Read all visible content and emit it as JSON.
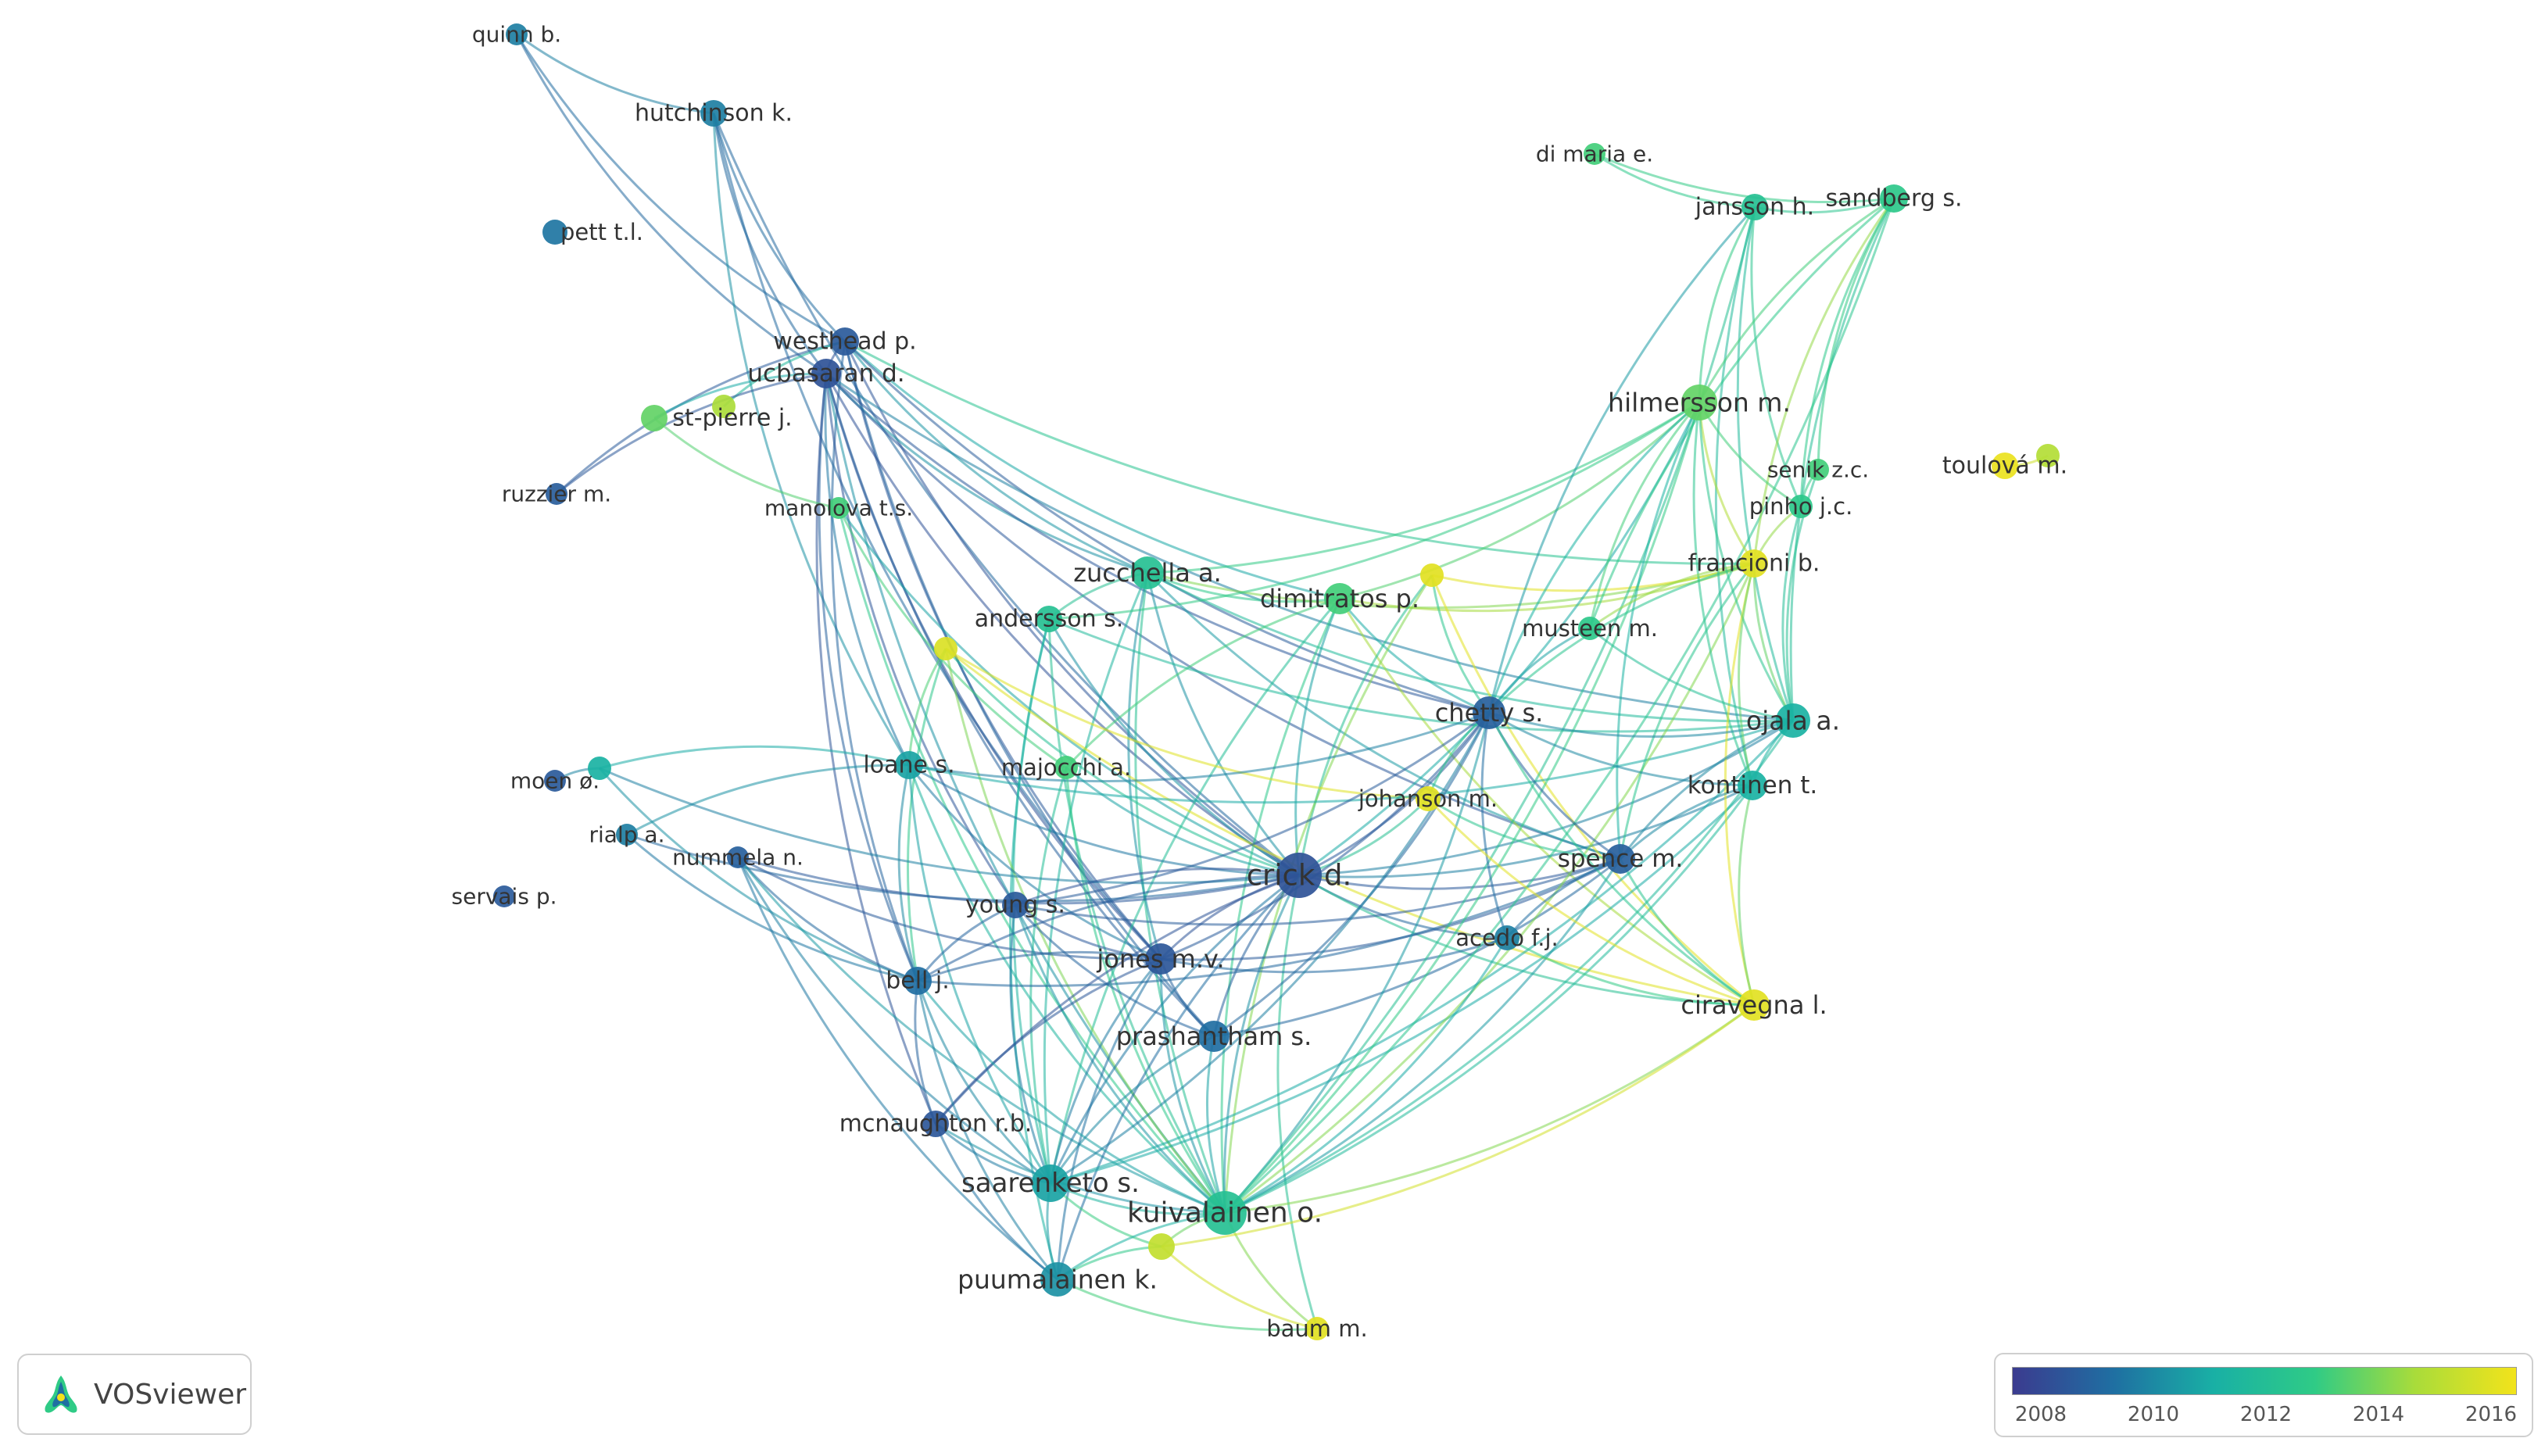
{
  "app": "VOSviewer",
  "logo": {
    "label": "VOSviewer",
    "icon": "vosviewer-logo-icon"
  },
  "legend": {
    "ticks": [
      "2008",
      "2010",
      "2012",
      "2014",
      "2016"
    ],
    "min": 2007.2,
    "max": 2016.4,
    "colors": [
      "#3b3b8f",
      "#1f6fa2",
      "#19b0a5",
      "#2fcb86",
      "#a9dc3a",
      "#f2e31b"
    ]
  },
  "nodes": [
    {
      "id": "quinn",
      "label": "quinn b.",
      "year": 2009.5,
      "weight": 1
    },
    {
      "id": "hutchinson",
      "label": "hutchinson k.",
      "year": 2009.5,
      "weight": 1.3
    },
    {
      "id": "pett",
      "label": "pett t.l.",
      "year": 2009.2,
      "weight": 1.2
    },
    {
      "id": "westhead",
      "label": "westhead p.",
      "year": 2008.3,
      "weight": 1.4
    },
    {
      "id": "ucbasaran",
      "label": "ucbasaran d.",
      "year": 2008.0,
      "weight": 1.5
    },
    {
      "id": "stpierre",
      "label": "st-pierre j.",
      "year": 2013.5,
      "weight": 1.3
    },
    {
      "id": "stpierre2",
      "label": "",
      "year": 2014.6,
      "weight": 1.1
    },
    {
      "id": "ruzzier",
      "label": "ruzzier m.",
      "year": 2008.4,
      "weight": 1
    },
    {
      "id": "manolova",
      "label": "manolova t.s.",
      "year": 2013.0,
      "weight": 1
    },
    {
      "id": "zucchella",
      "label": "zucchella a.",
      "year": 2012.0,
      "weight": 1.7
    },
    {
      "id": "dimitratos",
      "label": "dimitratos p.",
      "year": 2013.0,
      "weight": 1.6
    },
    {
      "id": "yellow1",
      "label": "",
      "year": 2016.0,
      "weight": 1.1
    },
    {
      "id": "andersson",
      "label": "andersson s.",
      "year": 2012.0,
      "weight": 1.3
    },
    {
      "id": "lime1",
      "label": "",
      "year": 2015.8,
      "weight": 1.1
    },
    {
      "id": "loane",
      "label": "loane s.",
      "year": 2010.5,
      "weight": 1.4
    },
    {
      "id": "majocchi",
      "label": "majocchi a.",
      "year": 2013.0,
      "weight": 1.1
    },
    {
      "id": "moen",
      "label": "moen ø.",
      "year": 2008.3,
      "weight": 1
    },
    {
      "id": "moen2",
      "label": "",
      "year": 2011.0,
      "weight": 1.1
    },
    {
      "id": "rialp",
      "label": "rialp a.",
      "year": 2009.5,
      "weight": 1
    },
    {
      "id": "nummela",
      "label": "nummela n.",
      "year": 2008.5,
      "weight": 1
    },
    {
      "id": "servais",
      "label": "servais p.",
      "year": 2008.3,
      "weight": 1
    },
    {
      "id": "crick",
      "label": "crick d.",
      "year": 2008.0,
      "weight": 2.5
    },
    {
      "id": "young",
      "label": "young s.",
      "year": 2008.3,
      "weight": 1.3
    },
    {
      "id": "jones",
      "label": "jones m.v.",
      "year": 2008.2,
      "weight": 1.6
    },
    {
      "id": "bell",
      "label": "bell j.",
      "year": 2009.0,
      "weight": 1.4
    },
    {
      "id": "prashantham",
      "label": "prashantham s.",
      "year": 2009.0,
      "weight": 1.6
    },
    {
      "id": "mcnaughton",
      "label": "mcnaughton r.b.",
      "year": 2008.2,
      "weight": 1.3
    },
    {
      "id": "saarenketo",
      "label": "saarenketo s.",
      "year": 2010.5,
      "weight": 2.0
    },
    {
      "id": "kuivalainen",
      "label": "kuivalainen o.",
      "year": 2012.0,
      "weight": 2.4
    },
    {
      "id": "lime2",
      "label": "",
      "year": 2015.2,
      "weight": 1.3
    },
    {
      "id": "puumalainen",
      "label": "puumalainen k.",
      "year": 2010.0,
      "weight": 1.8
    },
    {
      "id": "baum",
      "label": "baum m.",
      "year": 2016.0,
      "weight": 1.1
    },
    {
      "id": "dimaria",
      "label": "di maria e.",
      "year": 2013.0,
      "weight": 1
    },
    {
      "id": "jansson",
      "label": "jansson h.",
      "year": 2012.0,
      "weight": 1.3
    },
    {
      "id": "sandberg",
      "label": "sandberg s.",
      "year": 2012.5,
      "weight": 1.4
    },
    {
      "id": "hilmersson",
      "label": "hilmersson m.",
      "year": 2013.5,
      "weight": 1.9
    },
    {
      "id": "senik",
      "label": "senik z.c.",
      "year": 2013.0,
      "weight": 1
    },
    {
      "id": "toulova",
      "label": "toulová m.",
      "year": 2016.2,
      "weight": 1.3
    },
    {
      "id": "toulova2",
      "label": "",
      "year": 2014.8,
      "weight": 1.1
    },
    {
      "id": "pinho",
      "label": "pinho j.c.",
      "year": 2012.5,
      "weight": 1.1
    },
    {
      "id": "francioni",
      "label": "francioni b.",
      "year": 2016.0,
      "weight": 1.4
    },
    {
      "id": "musteen",
      "label": "musteen m.",
      "year": 2012.5,
      "weight": 1.1
    },
    {
      "id": "chetty",
      "label": "chetty s.",
      "year": 2008.5,
      "weight": 1.7
    },
    {
      "id": "ojala",
      "label": "ojala a.",
      "year": 2011.0,
      "weight": 1.8
    },
    {
      "id": "kontinen",
      "label": "kontinen t.",
      "year": 2011.0,
      "weight": 1.5
    },
    {
      "id": "johanson",
      "label": "johanson m.",
      "year": 2016.0,
      "weight": 1.2
    },
    {
      "id": "spence",
      "label": "spence m.",
      "year": 2008.5,
      "weight": 1.5
    },
    {
      "id": "acedo",
      "label": "acedo f.j.",
      "year": 2009.5,
      "weight": 1.2
    },
    {
      "id": "ciravegna",
      "label": "ciravegna l.",
      "year": 2016.0,
      "weight": 1.6
    }
  ],
  "edges": [
    [
      "quinn",
      "hutchinson"
    ],
    [
      "quinn",
      "westhead"
    ],
    [
      "quinn",
      "ucbasaran"
    ],
    [
      "hutchinson",
      "westhead"
    ],
    [
      "hutchinson",
      "ucbasaran"
    ],
    [
      "hutchinson",
      "crick"
    ],
    [
      "hutchinson",
      "jones"
    ],
    [
      "hutchinson",
      "loane"
    ],
    [
      "westhead",
      "ucbasaran"
    ],
    [
      "westhead",
      "ruzzier"
    ],
    [
      "westhead",
      "stpierre2"
    ],
    [
      "westhead",
      "crick"
    ],
    [
      "westhead",
      "jones"
    ],
    [
      "westhead",
      "francioni"
    ],
    [
      "westhead",
      "dimitratos"
    ],
    [
      "westhead",
      "zucchella"
    ],
    [
      "westhead",
      "bell"
    ],
    [
      "westhead",
      "prashantham"
    ],
    [
      "westhead",
      "chetty"
    ],
    [
      "ucbasaran",
      "ruzzier"
    ],
    [
      "ucbasaran",
      "stpierre"
    ],
    [
      "ucbasaran",
      "crick"
    ],
    [
      "ucbasaran",
      "jones"
    ],
    [
      "ucbasaran",
      "young"
    ],
    [
      "ucbasaran",
      "bell"
    ],
    [
      "ucbasaran",
      "zucchella"
    ],
    [
      "ucbasaran",
      "loane"
    ],
    [
      "ucbasaran",
      "chetty"
    ],
    [
      "ucbasaran",
      "spence"
    ],
    [
      "ucbasaran",
      "prashantham"
    ],
    [
      "ucbasaran",
      "ojala"
    ],
    [
      "ucbasaran",
      "mcnaughton"
    ],
    [
      "ucbasaran",
      "kuivalainen"
    ],
    [
      "stpierre",
      "manolova"
    ],
    [
      "manolova",
      "majocchi"
    ],
    [
      "manolova",
      "crick"
    ],
    [
      "manolova",
      "kuivalainen"
    ],
    [
      "zucchella",
      "dimitratos"
    ],
    [
      "zucchella",
      "crick"
    ],
    [
      "zucchella",
      "kuivalainen"
    ],
    [
      "zucchella",
      "saarenketo"
    ],
    [
      "zucchella",
      "andersson"
    ],
    [
      "zucchella",
      "hilmersson"
    ],
    [
      "zucchella",
      "ojala"
    ],
    [
      "zucchella",
      "francioni"
    ],
    [
      "zucchella",
      "spence"
    ],
    [
      "zucchella",
      "jones"
    ],
    [
      "dimitratos",
      "crick"
    ],
    [
      "dimitratos",
      "kuivalainen"
    ],
    [
      "dimitratos",
      "francioni"
    ],
    [
      "dimitratos",
      "hilmersson"
    ],
    [
      "dimitratos",
      "chetty"
    ],
    [
      "dimitratos",
      "majocchi"
    ],
    [
      "dimitratos",
      "ciravegna"
    ],
    [
      "dimitratos",
      "saarenketo"
    ],
    [
      "yellow1",
      "crick"
    ],
    [
      "yellow1",
      "chetty"
    ],
    [
      "yellow1",
      "francioni"
    ],
    [
      "yellow1",
      "ciravegna"
    ],
    [
      "yellow1",
      "kuivalainen"
    ],
    [
      "andersson",
      "kuivalainen"
    ],
    [
      "andersson",
      "crick"
    ],
    [
      "andersson",
      "saarenketo"
    ],
    [
      "andersson",
      "hilmersson"
    ],
    [
      "andersson",
      "ojala"
    ],
    [
      "andersson",
      "puumalainen"
    ],
    [
      "lime1",
      "crick"
    ],
    [
      "lime1",
      "kuivalainen"
    ],
    [
      "lime1",
      "bell"
    ],
    [
      "lime1",
      "loane"
    ],
    [
      "lime1",
      "johanson"
    ],
    [
      "lime1",
      "ciravegna"
    ],
    [
      "loane",
      "bell"
    ],
    [
      "loane",
      "crick"
    ],
    [
      "loane",
      "jones"
    ],
    [
      "loane",
      "saarenketo"
    ],
    [
      "loane",
      "kuivalainen"
    ],
    [
      "loane",
      "moen2"
    ],
    [
      "loane",
      "rialp"
    ],
    [
      "loane",
      "chetty"
    ],
    [
      "loane",
      "ojala"
    ],
    [
      "majocchi",
      "crick"
    ],
    [
      "majocchi",
      "kuivalainen"
    ],
    [
      "majocchi",
      "saarenketo"
    ],
    [
      "moen2",
      "crick"
    ],
    [
      "moen2",
      "bell"
    ],
    [
      "moen2",
      "moen"
    ],
    [
      "rialp",
      "crick"
    ],
    [
      "rialp",
      "bell"
    ],
    [
      "nummela",
      "crick"
    ],
    [
      "nummela",
      "bell"
    ],
    [
      "nummela",
      "saarenketo"
    ],
    [
      "nummela",
      "kuivalainen"
    ],
    [
      "nummela",
      "puumalainen"
    ],
    [
      "nummela",
      "jones"
    ],
    [
      "crick",
      "jones"
    ],
    [
      "crick",
      "young"
    ],
    [
      "crick",
      "bell"
    ],
    [
      "crick",
      "prashantham"
    ],
    [
      "crick",
      "kuivalainen"
    ],
    [
      "crick",
      "saarenketo"
    ],
    [
      "crick",
      "chetty"
    ],
    [
      "crick",
      "spence"
    ],
    [
      "crick",
      "acedo"
    ],
    [
      "crick",
      "ojala"
    ],
    [
      "crick",
      "kontinen"
    ],
    [
      "crick",
      "puumalainen"
    ],
    [
      "crick",
      "mcnaughton"
    ],
    [
      "crick",
      "johanson"
    ],
    [
      "crick",
      "ciravegna"
    ],
    [
      "crick",
      "hilmersson"
    ],
    [
      "crick",
      "baum"
    ],
    [
      "young",
      "jones"
    ],
    [
      "young",
      "bell"
    ],
    [
      "young",
      "kuivalainen"
    ],
    [
      "young",
      "saarenketo"
    ],
    [
      "young",
      "chetty"
    ],
    [
      "young",
      "spence"
    ],
    [
      "young",
      "prashantham"
    ],
    [
      "jones",
      "bell"
    ],
    [
      "jones",
      "prashantham"
    ],
    [
      "jones",
      "saarenketo"
    ],
    [
      "jones",
      "kuivalainen"
    ],
    [
      "jones",
      "chetty"
    ],
    [
      "jones",
      "spence"
    ],
    [
      "jones",
      "acedo"
    ],
    [
      "jones",
      "mcnaughton"
    ],
    [
      "jones",
      "puumalainen"
    ],
    [
      "bell",
      "mcnaughton"
    ],
    [
      "bell",
      "saarenketo"
    ],
    [
      "bell",
      "puumalainen"
    ],
    [
      "bell",
      "kuivalainen"
    ],
    [
      "bell",
      "spence"
    ],
    [
      "prashantham",
      "kuivalainen"
    ],
    [
      "prashantham",
      "saarenketo"
    ],
    [
      "prashantham",
      "chetty"
    ],
    [
      "prashantham",
      "spence"
    ],
    [
      "mcnaughton",
      "saarenketo"
    ],
    [
      "mcnaughton",
      "puumalainen"
    ],
    [
      "mcnaughton",
      "kuivalainen"
    ],
    [
      "saarenketo",
      "kuivalainen"
    ],
    [
      "saarenketo",
      "puumalainen"
    ],
    [
      "saarenketo",
      "ojala"
    ],
    [
      "saarenketo",
      "kontinen"
    ],
    [
      "saarenketo",
      "chetty"
    ],
    [
      "saarenketo",
      "lime2"
    ],
    [
      "kuivalainen",
      "puumalainen"
    ],
    [
      "kuivalainen",
      "ojala"
    ],
    [
      "kuivalainen",
      "kontinen"
    ],
    [
      "kuivalainen",
      "chetty"
    ],
    [
      "kuivalainen",
      "spence"
    ],
    [
      "kuivalainen",
      "hilmersson"
    ],
    [
      "kuivalainen",
      "sandberg"
    ],
    [
      "kuivalainen",
      "jansson"
    ],
    [
      "kuivalainen",
      "ciravegna"
    ],
    [
      "kuivalainen",
      "baum"
    ],
    [
      "kuivalainen",
      "lime2"
    ],
    [
      "kuivalainen",
      "francioni"
    ],
    [
      "kuivalainen",
      "acedo"
    ],
    [
      "lime2",
      "puumalainen"
    ],
    [
      "lime2",
      "baum"
    ],
    [
      "lime2",
      "ciravegna"
    ],
    [
      "puumalainen",
      "baum"
    ],
    [
      "dimaria",
      "jansson"
    ],
    [
      "dimaria",
      "sandberg"
    ],
    [
      "jansson",
      "sandberg"
    ],
    [
      "jansson",
      "hilmersson"
    ],
    [
      "jansson",
      "ojala"
    ],
    [
      "jansson",
      "pinho"
    ],
    [
      "jansson",
      "chetty"
    ],
    [
      "jansson",
      "kontinen"
    ],
    [
      "sandberg",
      "hilmersson"
    ],
    [
      "sandberg",
      "pinho"
    ],
    [
      "sandberg",
      "ojala"
    ],
    [
      "sandberg",
      "senik"
    ],
    [
      "sandberg",
      "francioni"
    ],
    [
      "sandberg",
      "musteen"
    ],
    [
      "hilmersson",
      "pinho"
    ],
    [
      "hilmersson",
      "francioni"
    ],
    [
      "hilmersson",
      "ojala"
    ],
    [
      "hilmersson",
      "kontinen"
    ],
    [
      "hilmersson",
      "chetty"
    ],
    [
      "hilmersson",
      "musteen"
    ],
    [
      "hilmersson",
      "spence"
    ],
    [
      "senik",
      "pinho"
    ],
    [
      "senik",
      "ojala"
    ],
    [
      "pinho",
      "francioni"
    ],
    [
      "pinho",
      "ojala"
    ],
    [
      "francioni",
      "chetty"
    ],
    [
      "francioni",
      "ojala"
    ],
    [
      "francioni",
      "ciravegna"
    ],
    [
      "francioni",
      "spence"
    ],
    [
      "francioni",
      "musteen"
    ],
    [
      "francioni",
      "kontinen"
    ],
    [
      "musteen",
      "chetty"
    ],
    [
      "musteen",
      "ojala"
    ],
    [
      "chetty",
      "ojala"
    ],
    [
      "chetty",
      "kontinen"
    ],
    [
      "chetty",
      "spence"
    ],
    [
      "chetty",
      "johanson"
    ],
    [
      "chetty",
      "ciravegna"
    ],
    [
      "chetty",
      "acedo"
    ],
    [
      "ojala",
      "kontinen"
    ],
    [
      "ojala",
      "spence"
    ],
    [
      "kontinen",
      "spence"
    ],
    [
      "kontinen",
      "ciravegna"
    ],
    [
      "johanson",
      "ciravegna"
    ],
    [
      "johanson",
      "spence"
    ],
    [
      "spence",
      "acedo"
    ],
    [
      "spence",
      "ciravegna"
    ],
    [
      "acedo",
      "ciravegna"
    ],
    [
      "toulova",
      "toulova2"
    ]
  ]
}
